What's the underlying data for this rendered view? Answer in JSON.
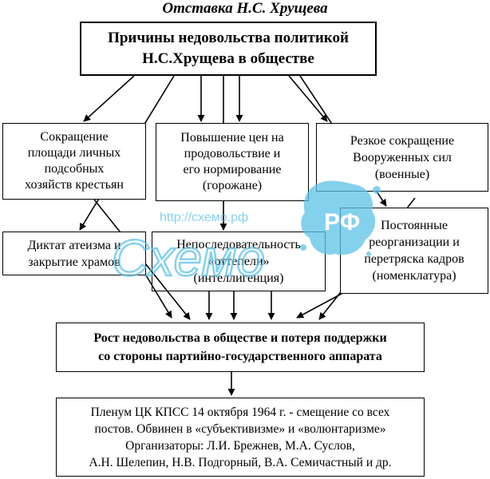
{
  "title": "Отставка Н.С. Хрущева",
  "root": {
    "line1": "Причины недовольства политикой",
    "line2": "Н.С.Хрущева в обществе"
  },
  "causes": [
    {
      "lines": [
        "Сокращение",
        "площади  личных",
        "подсобных",
        "хозяйств крестьян"
      ]
    },
    {
      "lines": [
        "Повышение цен на",
        "продовольствие и",
        "его нормирование",
        "(горожане)"
      ]
    },
    {
      "lines": [
        "Резкое  сокращение",
        "Вооруженных сил",
        "(военные)"
      ]
    },
    {
      "lines": [
        "Диктат атеизма и",
        "закрытие храмов"
      ]
    },
    {
      "lines": [
        "Непоследовательность",
        "«оттепели»",
        "(интеллигенция)"
      ]
    },
    {
      "lines": [
        "Постоянные",
        "реорганизации и",
        "перетряска кадров",
        "(номенклатура)"
      ]
    }
  ],
  "result": {
    "line1": "Рост недовольства в обществе и потеря поддержки",
    "line2": "со стороны партийно-государственного аппарата"
  },
  "plenum": {
    "lines": [
      "Пленум ЦК КПСС 14 октября 1964 г. - смещение со всех",
      "постов. Обвинен в «субъективизме» и «волюнтаризме»",
      "Организаторы: Л.И. Брежнев, М.А. Суслов,",
      "А.Н. Шелепин, Н.В. Подгорный, В.А. Семичастный и др."
    ]
  },
  "watermark": {
    "url": "http://схемо.рф",
    "logo_text": "Схемо",
    "badge": "РФ",
    "color": "#5cc2e8"
  }
}
